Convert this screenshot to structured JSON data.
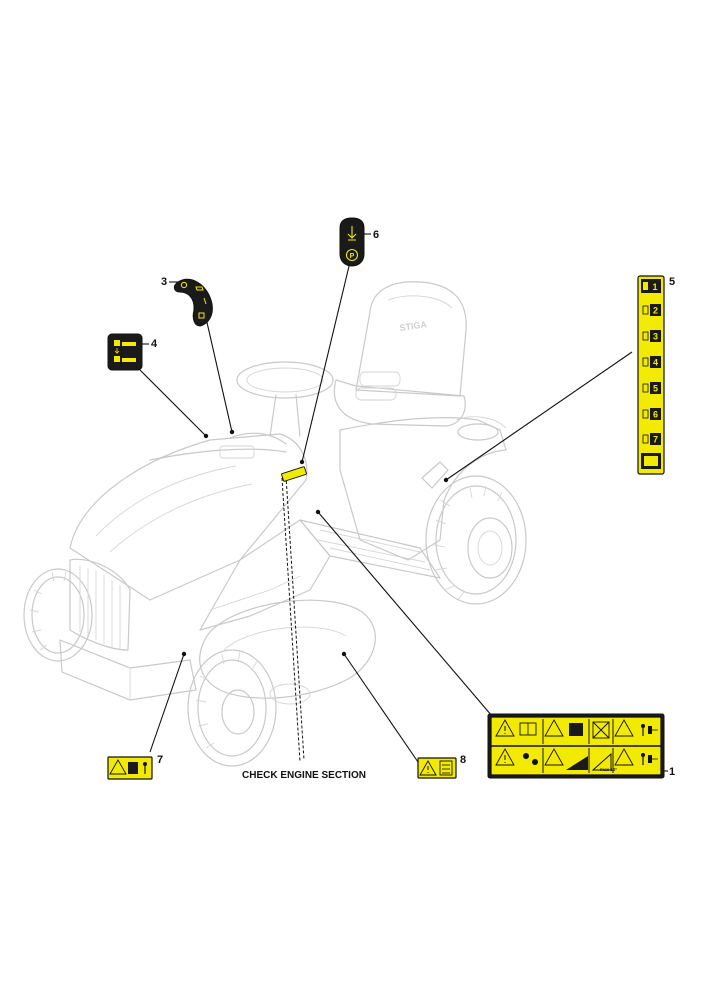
{
  "callouts": {
    "c1": "1",
    "c3": "3",
    "c4": "4",
    "c5": "5",
    "c6": "6",
    "c7": "7",
    "c8": "8"
  },
  "caption": "CHECK ENGINE SECTION",
  "decal5_numbers": [
    "1",
    "2",
    "3",
    "4",
    "5",
    "6",
    "7"
  ],
  "decal6_symbol": "P",
  "seat_logo": "STIGA",
  "decal1_text": "max 10°",
  "colors": {
    "decal_yellow": "#f2ea00",
    "decal_black": "#1a1a1a",
    "ghost_line": "#c9c9c9",
    "leader_line": "#111111"
  },
  "icons": [
    "warning-triangle-icon",
    "manual-book-icon",
    "blade-hazard-icon",
    "keep-distance-icon",
    "slope-hazard-icon",
    "child-hazard-icon",
    "tipping-icon",
    "parking-brake-icon",
    "blade-engage-icon",
    "lift-lever-icon"
  ]
}
